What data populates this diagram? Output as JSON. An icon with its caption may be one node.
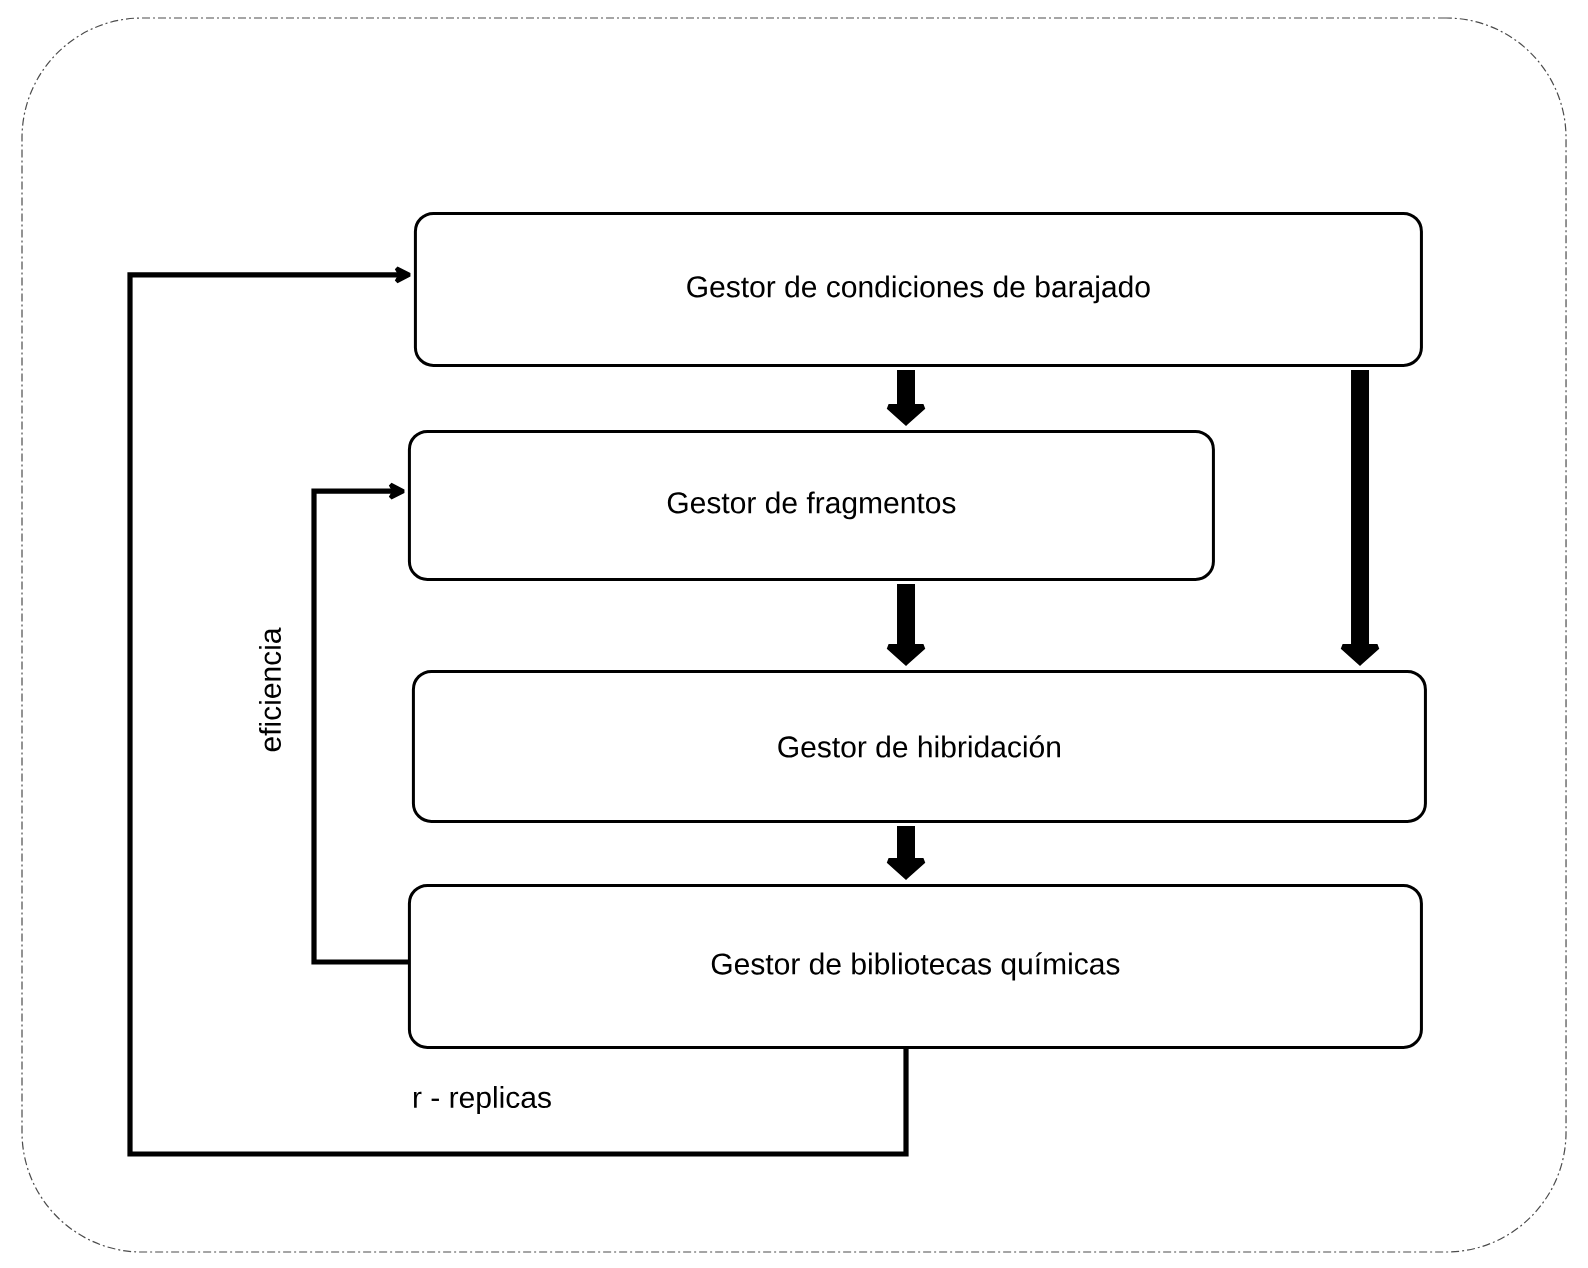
{
  "diagram": {
    "nodes": [
      {
        "text": [],
        "shape": "box"
      },
      {
        "text": [
          "Gestor de condiciones de barajado"
        ],
        "in": 0
      },
      {
        "text": [
          "Gestor de fragmentos"
        ],
        "in": 0
      },
      {
        "text": [
          "Gestor de hibridación"
        ],
        "in": 0
      },
      {
        "text": [
          "Gestor de bibliotecas químicas"
        ],
        "in": 0
      }
    ],
    "edges": [
      {
        "from": 1,
        "to": 2,
        "arrow": "to"
      },
      {
        "from": 2,
        "to": 3,
        "arrow": "to"
      },
      {
        "from": 1,
        "to": 3,
        "arrow": "to"
      },
      {
        "from": 3,
        "to": 4,
        "arrow": "to"
      },
      {
        "from": 4,
        "to": 2,
        "arrow": "to",
        "label": "eficiencia"
      },
      {
        "from": 4,
        "to": 1,
        "arrow": "to",
        "label": "r - replicas"
      }
    ]
  }
}
